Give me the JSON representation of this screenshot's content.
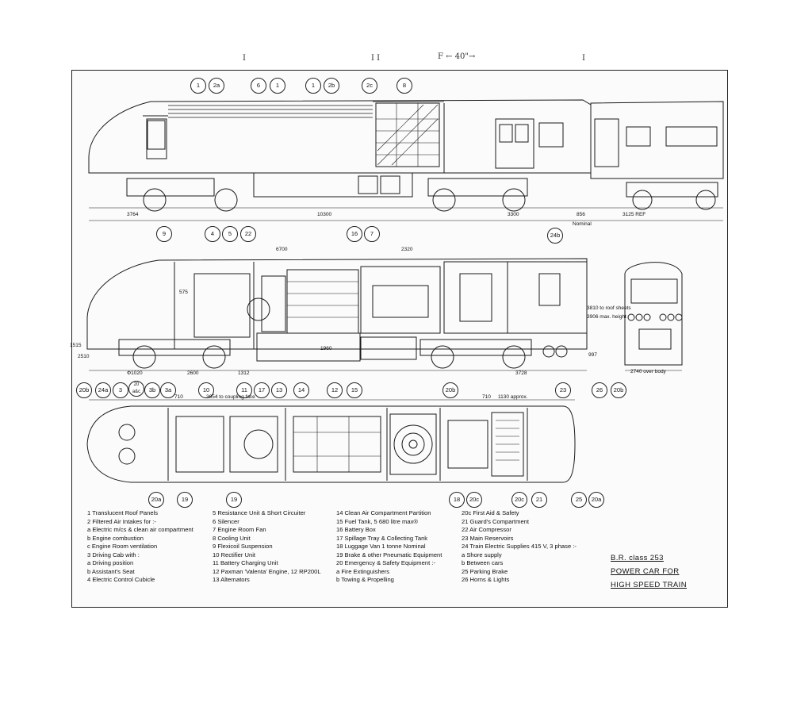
{
  "handwritten": {
    "tick1": "I",
    "tick2": "I  I",
    "scale_note": "F ← 40\"→",
    "tick3": "I"
  },
  "title": {
    "line1": "B.R. class 253",
    "line2": "POWER CAR FOR",
    "line3": "HIGH SPEED TRAIN"
  },
  "key": {
    "col1": [
      "1  Translucent Roof Panels",
      "2  Filtered Air Intakes for :-",
      "a Electric m/cs & clean air compartment",
      "b Engine combustion",
      "c Engine Room ventilation",
      "3  Driving Cab with :",
      "a Driving position",
      "b Assistant's Seat",
      "4  Electric Control Cubicle"
    ],
    "col2": [
      "5 Resistance Unit & Short Circuiter",
      "6 Silencer",
      "7 Engine Room Fan",
      "8 Cooling Unit",
      "9 Flexicoil Suspension",
      "10 Rectifier Unit",
      "11 Battery Charging Unit",
      "12  Paxman 'Valenta' Engine, 12 RP200L",
      "13  Alternators"
    ],
    "col3": [
      "14 Clean Air Compartment Partition",
      "15 Fuel Tank, 5 680 litre max®",
      "16 Battery Box",
      "17 Spillage Tray & Collecting Tank",
      "18 Luggage Van 1 tonne Nominal",
      "19 Brake & other Pneumatic Equipment",
      "20 Emergency & Safety Equipment :-",
      "a Fire Extinguishers",
      "b  Towing & Propelling"
    ],
    "col4": [
      "20c First Aid & Safety",
      "21  Guard's Compartment",
      "22  Air Compressor",
      "23  Main Reservoirs",
      "24  Train Electric Supplies 415 V, 3 phase :-",
      "a  Shore supply",
      "b  Between cars",
      "25  Parking Brake",
      "26  Horns & Lights"
    ]
  },
  "callouts_top": [
    "1",
    "2a",
    "6",
    "1",
    "1",
    "2b",
    "2c",
    "8"
  ],
  "callouts_mid_top": [
    "4",
    "5",
    "16",
    "7"
  ],
  "callouts_side": [
    "9",
    "22",
    "24b"
  ],
  "callouts_row3": [
    "20b",
    "24a",
    "3",
    "20 a&c",
    "3b",
    "3a",
    "10",
    "11",
    "17",
    "13",
    "14",
    "12",
    "15",
    "20b",
    "23",
    "26",
    "20b"
  ],
  "callouts_plan_bottom": [
    "20a",
    "19",
    "19",
    "18",
    "20c",
    "20c",
    "21",
    "25",
    "20a"
  ],
  "dims": {
    "top": [
      "3764",
      "10300",
      "3300",
      "856",
      "Nominal",
      "3125 REF"
    ],
    "mid": [
      "6700",
      "2320",
      "575",
      "1960",
      "Φ1020",
      "2600",
      "1312",
      "3728",
      "1515",
      "2510",
      "997",
      "3810 to roof sheets",
      "3906 max. height",
      "2740 over body"
    ],
    "plan": [
      "710",
      "3654 to coupling face",
      "710",
      "1130 approx."
    ]
  }
}
